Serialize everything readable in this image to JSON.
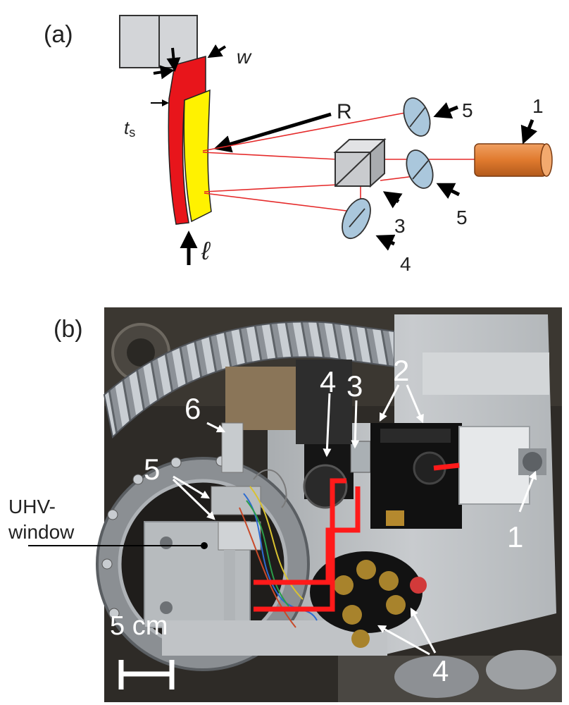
{
  "panel_a": {
    "label": "(a)",
    "symbols": {
      "w": "w",
      "ts_main": "t",
      "ts_sub": "s",
      "R": "R",
      "ell": "ℓ"
    },
    "numbers": {
      "n1": "1",
      "n3": "3",
      "n4": "4",
      "n5_top": "5",
      "n5_bottom": "5"
    }
  },
  "panel_b": {
    "label": "(b)",
    "numbers": {
      "n1": "1",
      "n2": "2",
      "n3": "3",
      "n4_top": "4",
      "n4_bottom": "4",
      "n5": "5",
      "n6": "6"
    },
    "uhv_line1": "UHV-",
    "uhv_line2": "window",
    "scale_text": "5 cm"
  },
  "colors": {
    "cantilever_red": "#e8151b",
    "mirror_yellow": "#fff200",
    "laser_orange": "#e07a2e",
    "optic_blue": "#aac7dc",
    "cube_gray": "#c9cbce",
    "beam_red": "#e52a2a",
    "overlay_red": "#ff1a1a"
  }
}
